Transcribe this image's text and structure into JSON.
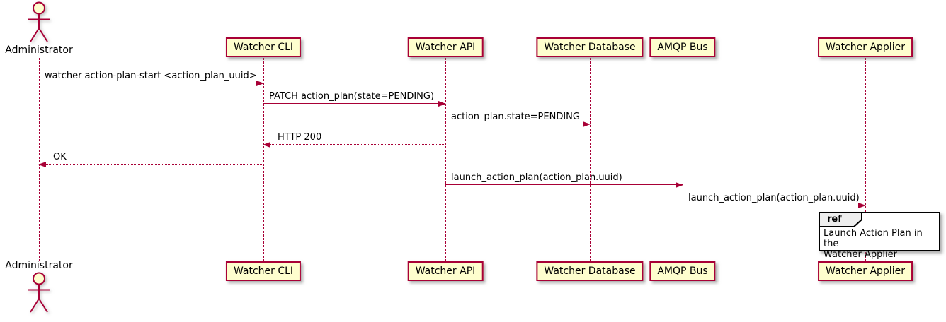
{
  "colors": {
    "participant_fill": "#FEFECE",
    "participant_border": "#A80036",
    "lifeline": "#A80036",
    "arrow": "#A80036",
    "text": "#000000",
    "ref_border": "#000000",
    "ref_header_fill": "#EEEEEE",
    "background": "#FFFFFF"
  },
  "actor": {
    "name": "Administrator"
  },
  "participants": [
    {
      "name": "Watcher CLI"
    },
    {
      "name": "Watcher API"
    },
    {
      "name": "Watcher Database"
    },
    {
      "name": "AMQP Bus"
    },
    {
      "name": "Watcher Applier"
    }
  ],
  "messages": [
    {
      "label": "watcher action-plan-start <action_plan_uuid>",
      "from": "Administrator",
      "to": "Watcher CLI",
      "style": "solid",
      "direction": "right"
    },
    {
      "label": "PATCH action_plan(state=PENDING)",
      "from": "Watcher CLI",
      "to": "Watcher API",
      "style": "solid",
      "direction": "right"
    },
    {
      "label": "action_plan.state=PENDING",
      "from": "Watcher API",
      "to": "Watcher Database",
      "style": "solid",
      "direction": "right"
    },
    {
      "label": "HTTP 200",
      "from": "Watcher API",
      "to": "Watcher CLI",
      "style": "dashed",
      "direction": "left"
    },
    {
      "label": "OK",
      "from": "Watcher CLI",
      "to": "Administrator",
      "style": "dashed",
      "direction": "left"
    },
    {
      "label": "launch_action_plan(action_plan.uuid)",
      "from": "Watcher API",
      "to": "AMQP Bus",
      "style": "solid",
      "direction": "right"
    },
    {
      "label": "launch_action_plan(action_plan.uuid)",
      "from": "AMQP Bus",
      "to": "Watcher Applier",
      "style": "solid",
      "direction": "right"
    }
  ],
  "ref": {
    "keyword": "ref",
    "lines": [
      "Launch Action Plan in the",
      "Watcher Applier"
    ]
  }
}
